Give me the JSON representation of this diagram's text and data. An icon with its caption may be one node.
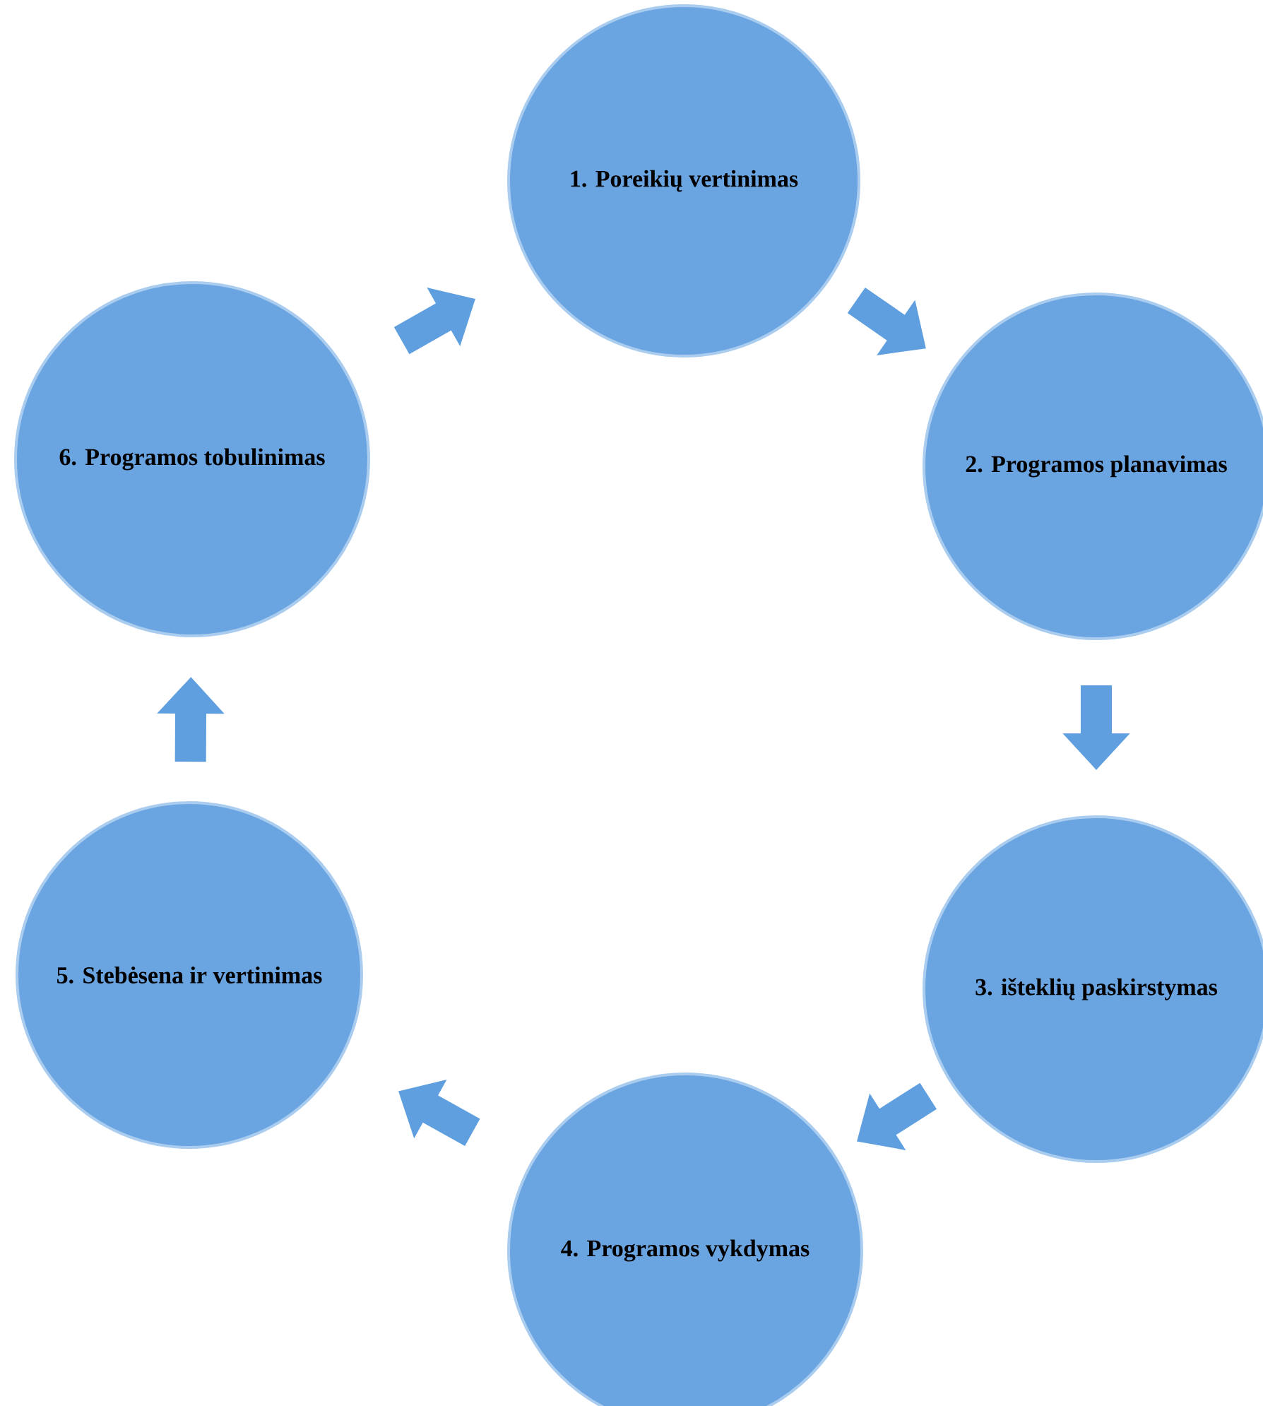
{
  "diagram": {
    "nodes": [
      {
        "text": [
          "1. Poreikių vertinimas"
        ]
      },
      {
        "text": [
          "2. Programos planavimas"
        ]
      },
      {
        "text": [
          "3. išteklių paskirstymas"
        ]
      },
      {
        "text": [
          "4. Programos vykdymas"
        ]
      },
      {
        "text": [
          "5. Stebėsena ir vertinimas"
        ]
      },
      {
        "text": [
          "6. Programos tobulinimas"
        ]
      }
    ],
    "edges": [
      {
        "from": 0,
        "to": 1,
        "arrow": "to"
      },
      {
        "from": 1,
        "to": 2,
        "arrow": "to"
      },
      {
        "from": 2,
        "to": 3,
        "arrow": "to"
      },
      {
        "from": 3,
        "to": 4,
        "arrow": "to"
      },
      {
        "from": 4,
        "to": 5,
        "arrow": "to"
      },
      {
        "from": 5,
        "to": 0,
        "arrow": "to"
      }
    ]
  }
}
